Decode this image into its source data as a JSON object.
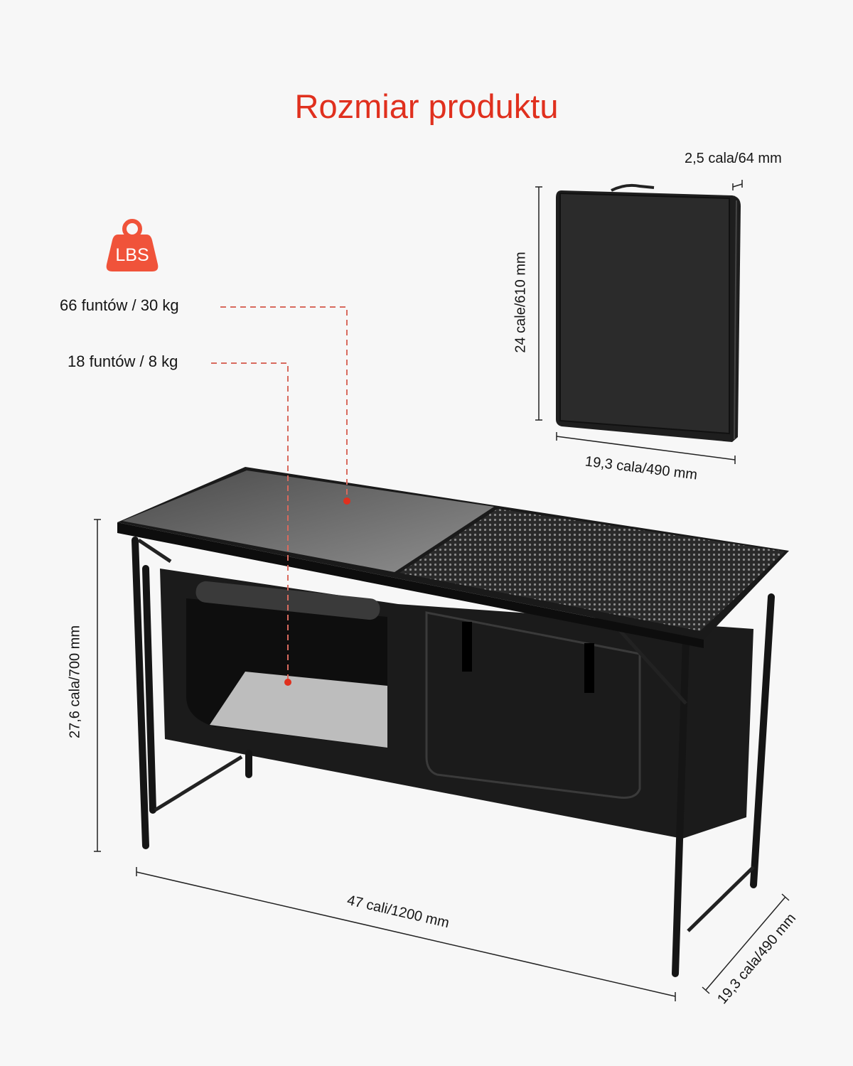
{
  "title": "Rozmiar produktu",
  "weight_icon": {
    "icon": "weight-icon",
    "text": "LBS",
    "color": "#f0533a"
  },
  "load_capacity": "66 funtów / 30 kg",
  "product_weight": "18 funtów / 8 kg",
  "folded": {
    "thickness": "2,5 cala/64 mm",
    "height": "24 cale/610 mm",
    "width": "19,3 cala/490 mm"
  },
  "unfolded": {
    "height": "27,6 cala/700 mm",
    "length": "47 cali/1200 mm",
    "depth": "19,3 cala/490 mm"
  },
  "colors": {
    "accent": "#e0301e",
    "dash": "#d86a5e",
    "product": "#1c1c1c"
  }
}
